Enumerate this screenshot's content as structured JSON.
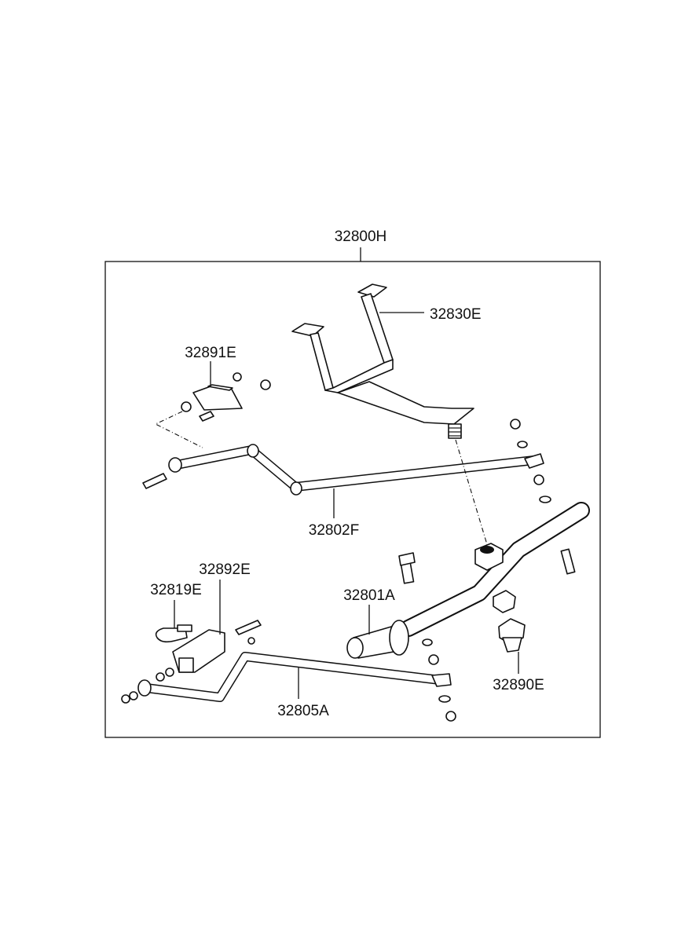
{
  "diagram": {
    "labels": {
      "assembly": "32800H",
      "bracket_32830E": "32830E",
      "bracket_32891E": "32891E",
      "rod_32802F": "32802F",
      "bracket_32892E": "32892E",
      "clamp_32819E": "32819E",
      "shaft_32801A": "32801A",
      "rod_32805A": "32805A",
      "nut_32890E": "32890E"
    }
  }
}
